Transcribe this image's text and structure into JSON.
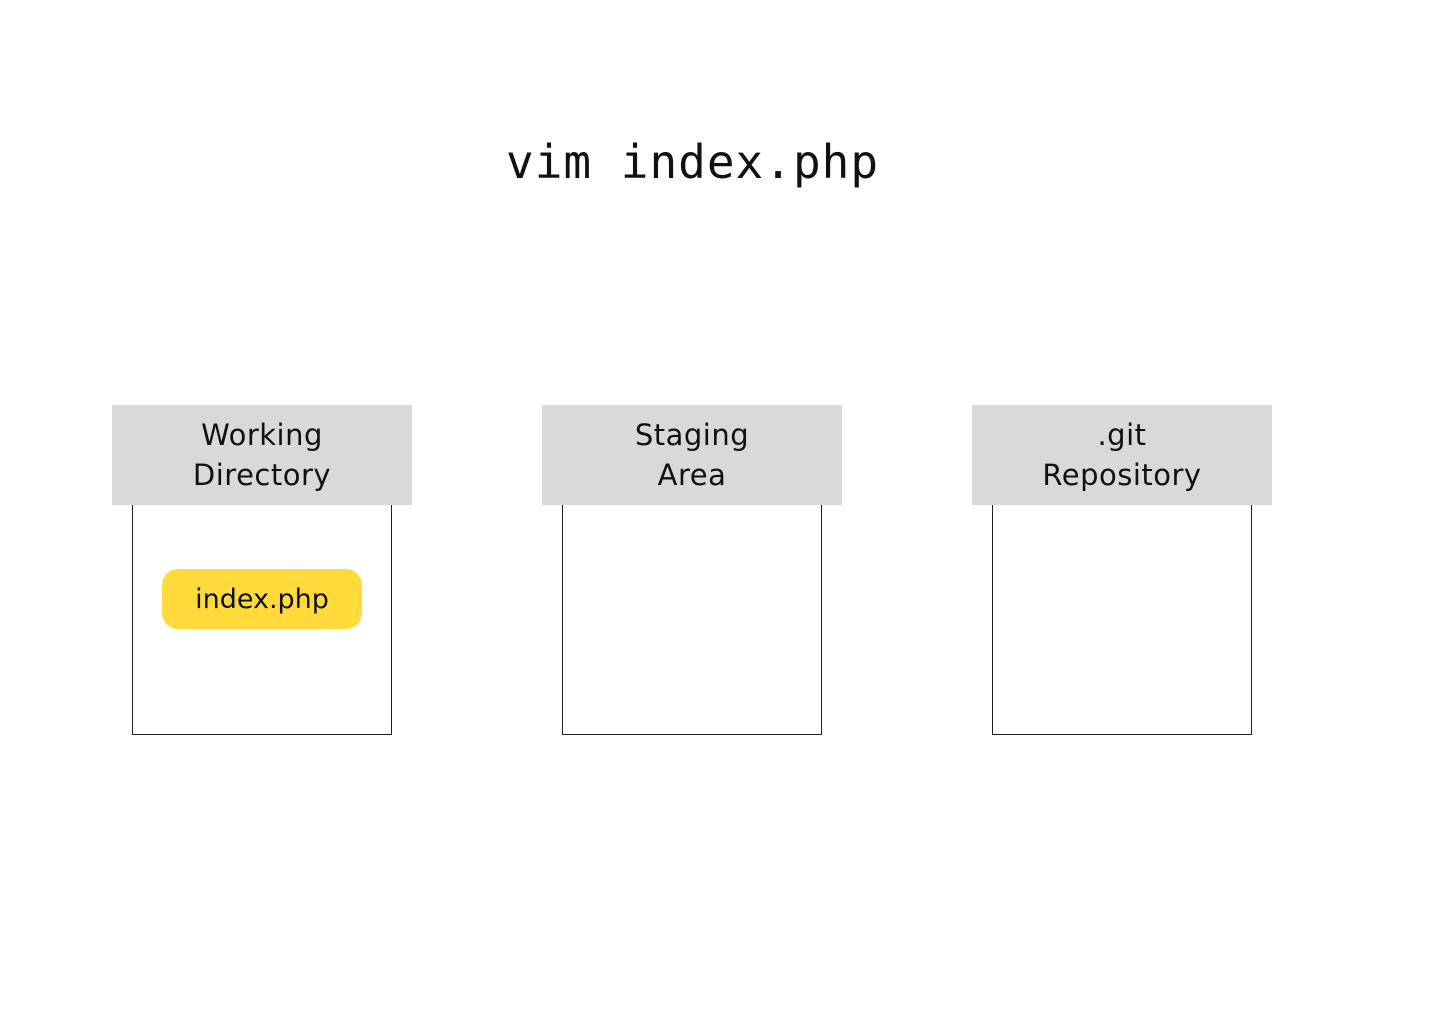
{
  "command": "vim index.php",
  "colors": {
    "header_bg": "#d9d9d9",
    "file_highlight": "#ffda3a",
    "border": "#222222"
  },
  "stages": [
    {
      "title_line1": "Working",
      "title_line2": "Directory",
      "files": [
        "index.php"
      ]
    },
    {
      "title_line1": "Staging",
      "title_line2": "Area",
      "files": []
    },
    {
      "title_line1": ".git",
      "title_line2": "Repository",
      "files": []
    }
  ]
}
